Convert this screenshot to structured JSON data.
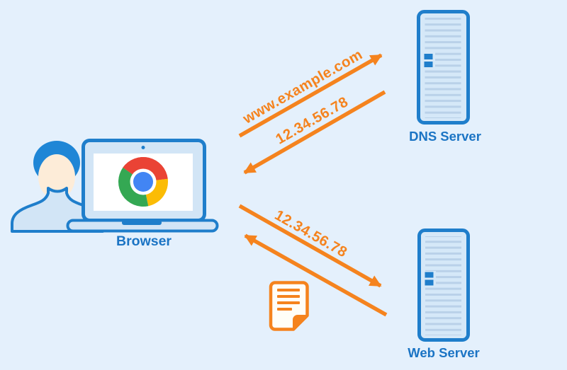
{
  "nodes": {
    "browser": {
      "label": "Browser"
    },
    "dns": {
      "label": "DNS Server"
    },
    "web": {
      "label": "Web Server"
    }
  },
  "messages": {
    "dns_request": "www.example.com",
    "dns_response": "12.34.56.78",
    "web_request": "12.34.56.78"
  },
  "icons": {
    "user": "user-icon",
    "laptop": "laptop-icon",
    "chrome_logo": "chrome-logo-icon",
    "dns_server": "server-icon",
    "web_server": "server-icon",
    "web_response_document": "document-icon",
    "arrows": [
      "dns-request-arrow",
      "dns-response-arrow",
      "web-request-arrow",
      "web-response-arrow"
    ]
  },
  "colors": {
    "background": "#e4f0fc",
    "outline_blue": "#1f7ecb",
    "panel_fill": "#d5e8f8",
    "soft_fill": "#d2e5f6",
    "server_line": "#b9d1e9",
    "label_text": "#1b74c4",
    "orange": "#f5831e",
    "skin": "#fdecd8",
    "hair_blue": "#1f86d6",
    "chrome_red": "#ea4335",
    "chrome_yellow": "#fbbc05",
    "chrome_green": "#34a853",
    "chrome_blue": "#4285f4"
  }
}
